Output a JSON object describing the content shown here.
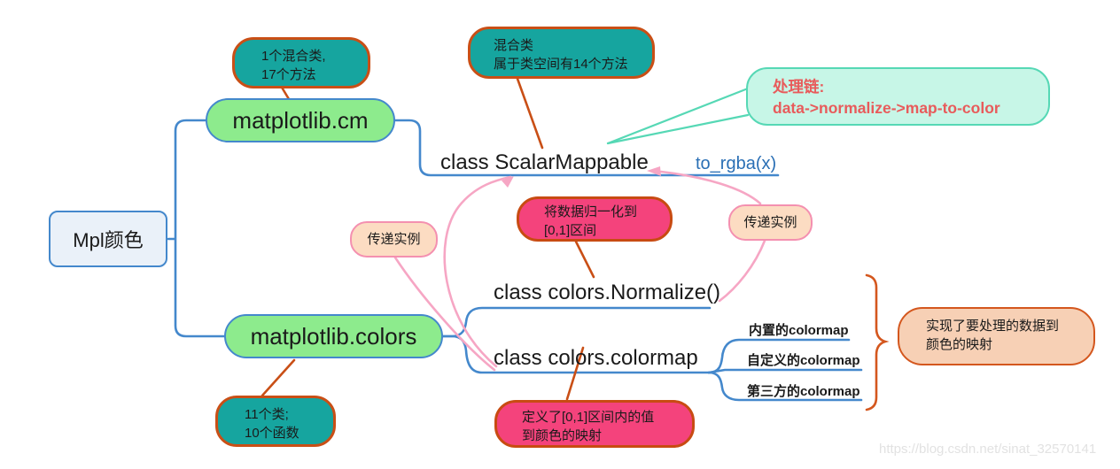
{
  "diagram": {
    "root": {
      "label": "Mpl颜色"
    },
    "cm": {
      "label": "matplotlib.cm",
      "note": {
        "line1": "1个混合类,",
        "line2": "17个方法"
      }
    },
    "scalar_mappable": {
      "label": "class ScalarMappable",
      "method": "to_rgba(x)",
      "note": {
        "line1": "混合类",
        "line2": "属于类空间有14个方法"
      },
      "chain_note": {
        "line1": "处理链:",
        "line2": "data->normalize->map-to-color"
      }
    },
    "pass_instance_left": "传递实例",
    "pass_instance_right": "传递实例",
    "colors_module": {
      "label": "matplotlib.colors",
      "note": {
        "line1": "11个类;",
        "line2": "10个函数"
      }
    },
    "normalize": {
      "label": "class colors.Normalize()",
      "note": {
        "line1": "将数据归一化到",
        "line2": "[0,1]区间"
      }
    },
    "colormap": {
      "label": "class colors.colormap",
      "note": {
        "line1": "定义了[0,1]区间内的值",
        "line2": "到颜色的映射"
      },
      "children": [
        "内置的colormap",
        "自定义的colormap",
        "第三方的colormap"
      ],
      "group_note": {
        "line1": "实现了要处理的数据到",
        "line2": "颜色的映射"
      }
    },
    "watermark": "https://blog.csdn.net/sinat_32570141"
  },
  "colors": {
    "branch_blue": "#4488cc",
    "node_green_fill": "#8deb8d",
    "root_fill": "#eaf1f9",
    "teal_fill": "#16a59f",
    "orange_line": "#c94f16",
    "pink_fill": "#f4437c",
    "peach_fill": "#fcdcc2",
    "peach_border": "#f490b0",
    "mint_fill": "#c7f6e7",
    "mint_border": "#56d8b5",
    "mint_text": "#e85b5b",
    "orange_bubble_fill": "#f7d0b5",
    "orange_bubble_border": "#d4571e",
    "pink_curve": "#f6a6c4",
    "link_text_blue": "#2a6fb5"
  }
}
